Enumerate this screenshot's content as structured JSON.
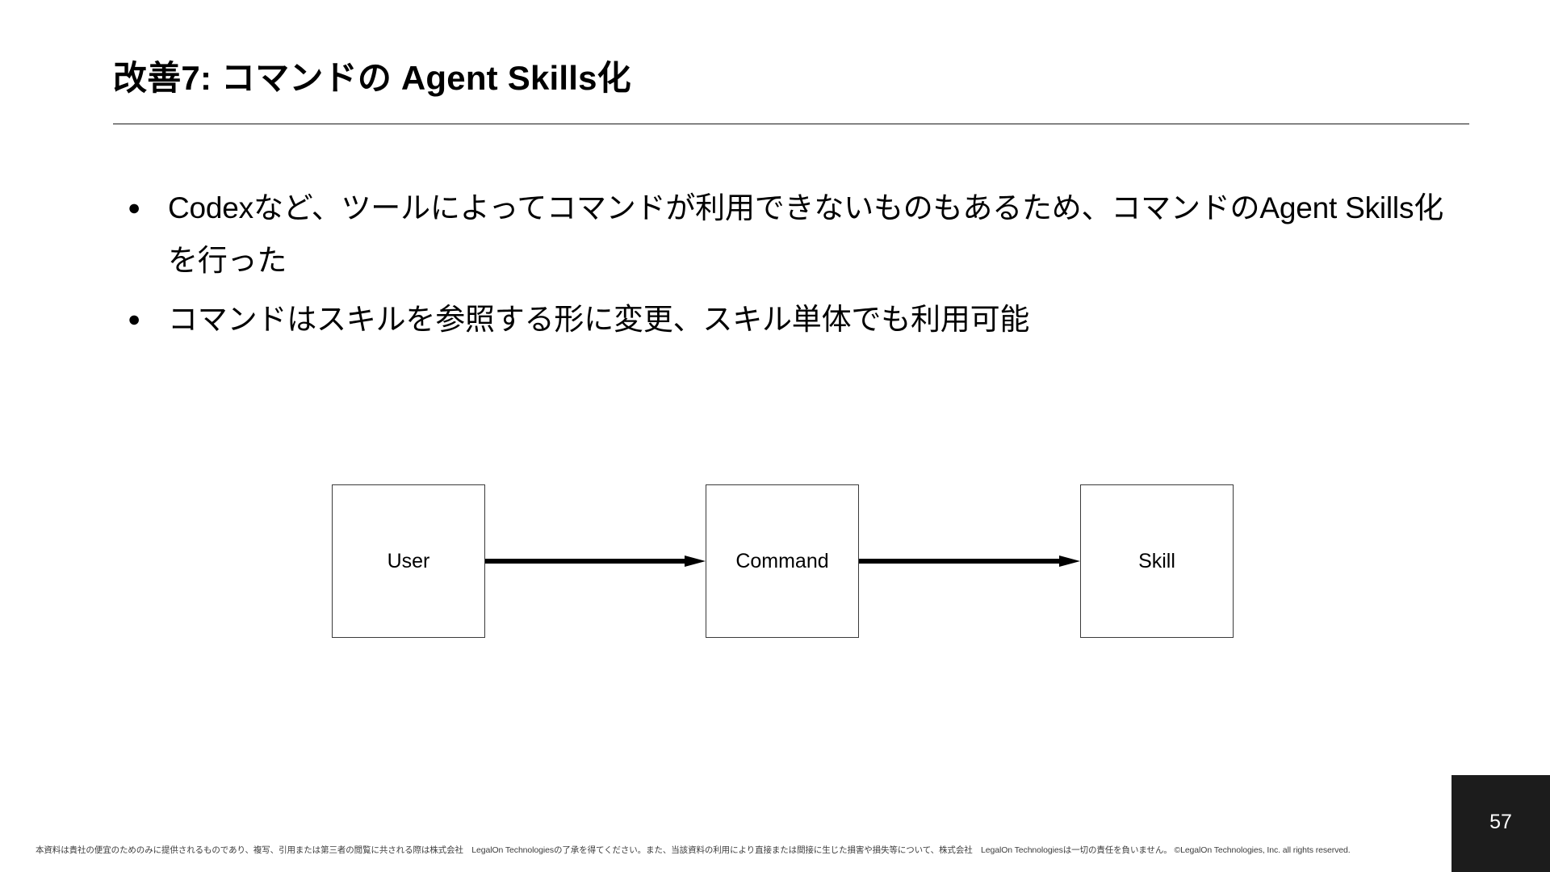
{
  "slide": {
    "title": "改善7: コマンドの Agent Skills化",
    "page_number": "57",
    "background_color": "#ffffff",
    "accent_color": "#1c1c1c"
  },
  "bullets": [
    {
      "marker": "●",
      "text": "Codexなど、ツールによってコマンドが利用できないものもあるため、コマンドのAgent Skills化を行った"
    },
    {
      "marker": "●",
      "text": "コマンドはスキルを参照する形に変更、スキル単体でも利用可能"
    }
  ],
  "diagram": {
    "type": "flow",
    "nodes": [
      {
        "id": "user",
        "label": "User"
      },
      {
        "id": "command",
        "label": "Command"
      },
      {
        "id": "skill",
        "label": "Skill"
      }
    ],
    "edges": [
      {
        "from": "user",
        "to": "command"
      },
      {
        "from": "command",
        "to": "skill"
      }
    ]
  },
  "footer": {
    "legal": "本資料は貴社の便宜のためのみに提供されるものであり、複写、引用または第三者の閲覧に共される際は株式会社　LegalOn Technologiesの了承を得てください。また、当該資料の利用により直接または間接に生じた損害や損失等について、株式会社　LegalOn Technologiesは一切の責任を負いません。 ©LegalOn Technologies, Inc. all rights reserved."
  }
}
